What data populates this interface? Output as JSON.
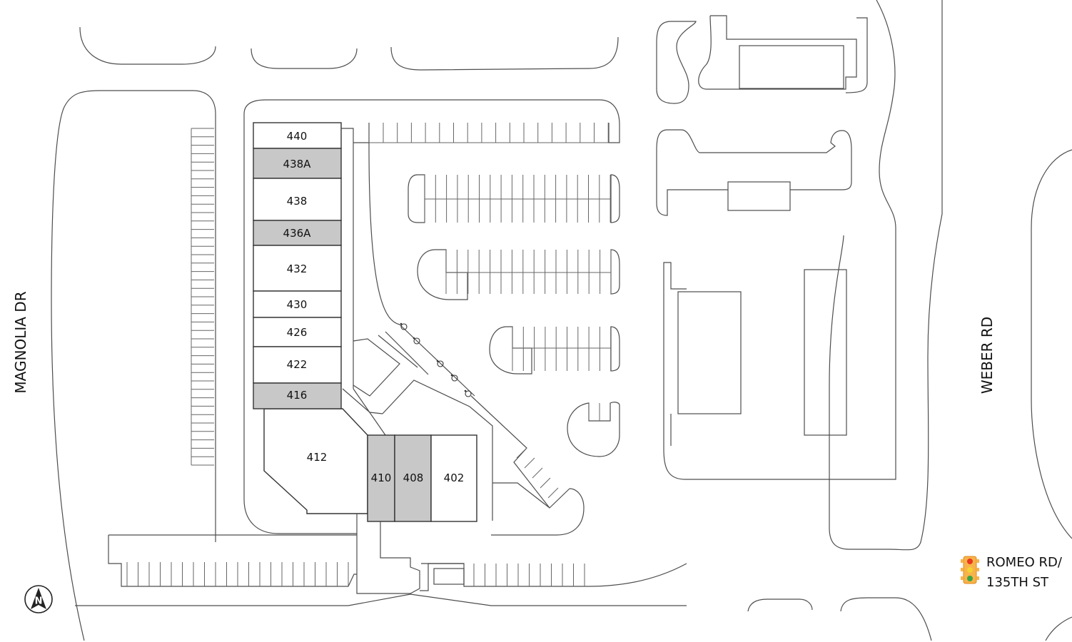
{
  "roads": {
    "west": "MAGNOLIA DR",
    "east": "WEBER RD"
  },
  "signal": {
    "line1": "ROMEO RD/",
    "line2": "135TH ST",
    "icon": "traffic-light-icon"
  },
  "compass": {
    "icon": "north-arrow-icon",
    "letter": "N"
  },
  "colors": {
    "available": "#c8c8c8",
    "leased": "#ffffff",
    "outline": "#333333"
  },
  "units": [
    {
      "id": "440",
      "label": "440",
      "available": false
    },
    {
      "id": "438A",
      "label": "438A",
      "available": true
    },
    {
      "id": "438",
      "label": "438",
      "available": false
    },
    {
      "id": "436A",
      "label": "436A",
      "available": true
    },
    {
      "id": "432",
      "label": "432",
      "available": false
    },
    {
      "id": "430",
      "label": "430",
      "available": false
    },
    {
      "id": "426",
      "label": "426",
      "available": false
    },
    {
      "id": "422",
      "label": "422",
      "available": false
    },
    {
      "id": "416",
      "label": "416",
      "available": true
    },
    {
      "id": "412",
      "label": "412",
      "available": false
    },
    {
      "id": "410",
      "label": "410",
      "available": true
    },
    {
      "id": "408",
      "label": "408",
      "available": true
    },
    {
      "id": "402",
      "label": "402",
      "available": false
    }
  ]
}
